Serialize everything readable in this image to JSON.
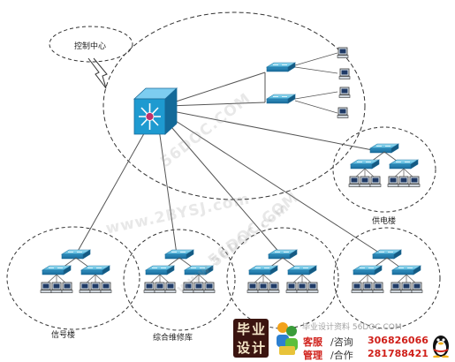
{
  "labels": {
    "control_center": "控制中心",
    "power_building": "供电楼",
    "signal_building": "信号楼",
    "maintenance_depot": "综合维修库"
  },
  "watermarks": [
    "56DOC.COM",
    "www.2BYSJ.com",
    "56DOC.COM",
    "www.56DOC.com"
  ],
  "ad": {
    "brand_chars": [
      "毕",
      "业",
      "设",
      "计"
    ],
    "site": "毕业设计资料 56DOC.COM",
    "line1_label": "客服",
    "line1_rest": "/咨询",
    "line1_number": "306826066",
    "line2_label": "管理",
    "line2_rest": "/合作",
    "line2_number": "281788421"
  },
  "colors": {
    "switch": "#4ab0d8",
    "core_switch": "#1e9ad0",
    "line": "#555555",
    "accent_red": "#d0201a"
  }
}
